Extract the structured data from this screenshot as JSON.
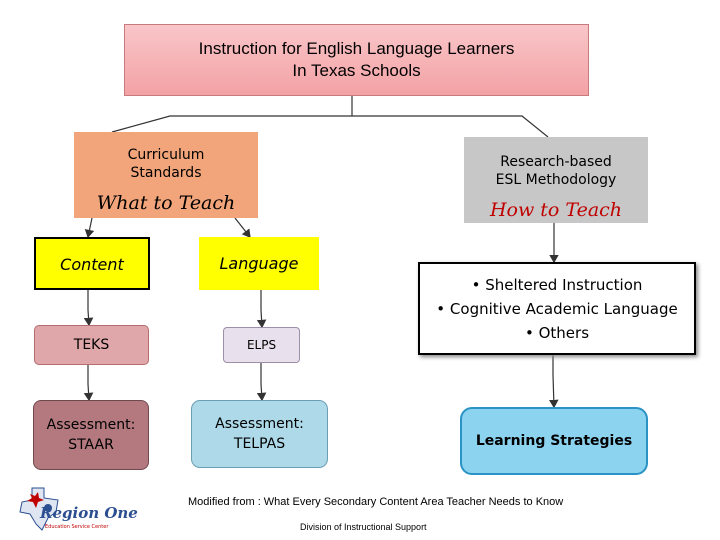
{
  "title": {
    "line1": "Instruction for English Language Learners",
    "line2": "In Texas Schools"
  },
  "curriculum": {
    "line1": "Curriculum",
    "line2": "Standards",
    "heading": "What to Teach"
  },
  "research": {
    "line1": "Research-based",
    "line2": "ESL Methodology",
    "heading": "How to Teach"
  },
  "content": {
    "label": "Content"
  },
  "language": {
    "label": "Language"
  },
  "teks": {
    "label": "TEKS"
  },
  "elps": {
    "label": "ELPS"
  },
  "staar": {
    "line1": "Assessment:",
    "line2": "STAAR"
  },
  "telpas": {
    "line1": "Assessment:",
    "line2": "TELPAS"
  },
  "methods": {
    "items": [
      "• Sheltered Instruction",
      "• Cognitive Academic Language",
      "• Others"
    ]
  },
  "strategies": {
    "label": "Learning Strategies"
  },
  "footer": {
    "note": "Modified from : What Every Secondary Content  Area Teacher Needs to Know",
    "division": "Division of Instructional Support"
  },
  "logo": {
    "name": "Region One",
    "tagline": "Education Service Center"
  },
  "colors": {
    "title_fill": "#f6b4b7",
    "curriculum_fill": "#f2a57a",
    "research_fill": "#c7c7c7",
    "highlight": "#ffff00",
    "how_to_teach": "#c00000",
    "staar_fill": "#b3797f",
    "telpas_fill": "#add9e8",
    "strategies_fill": "#8cd3f0",
    "logo_blue": "#2b4f91"
  }
}
